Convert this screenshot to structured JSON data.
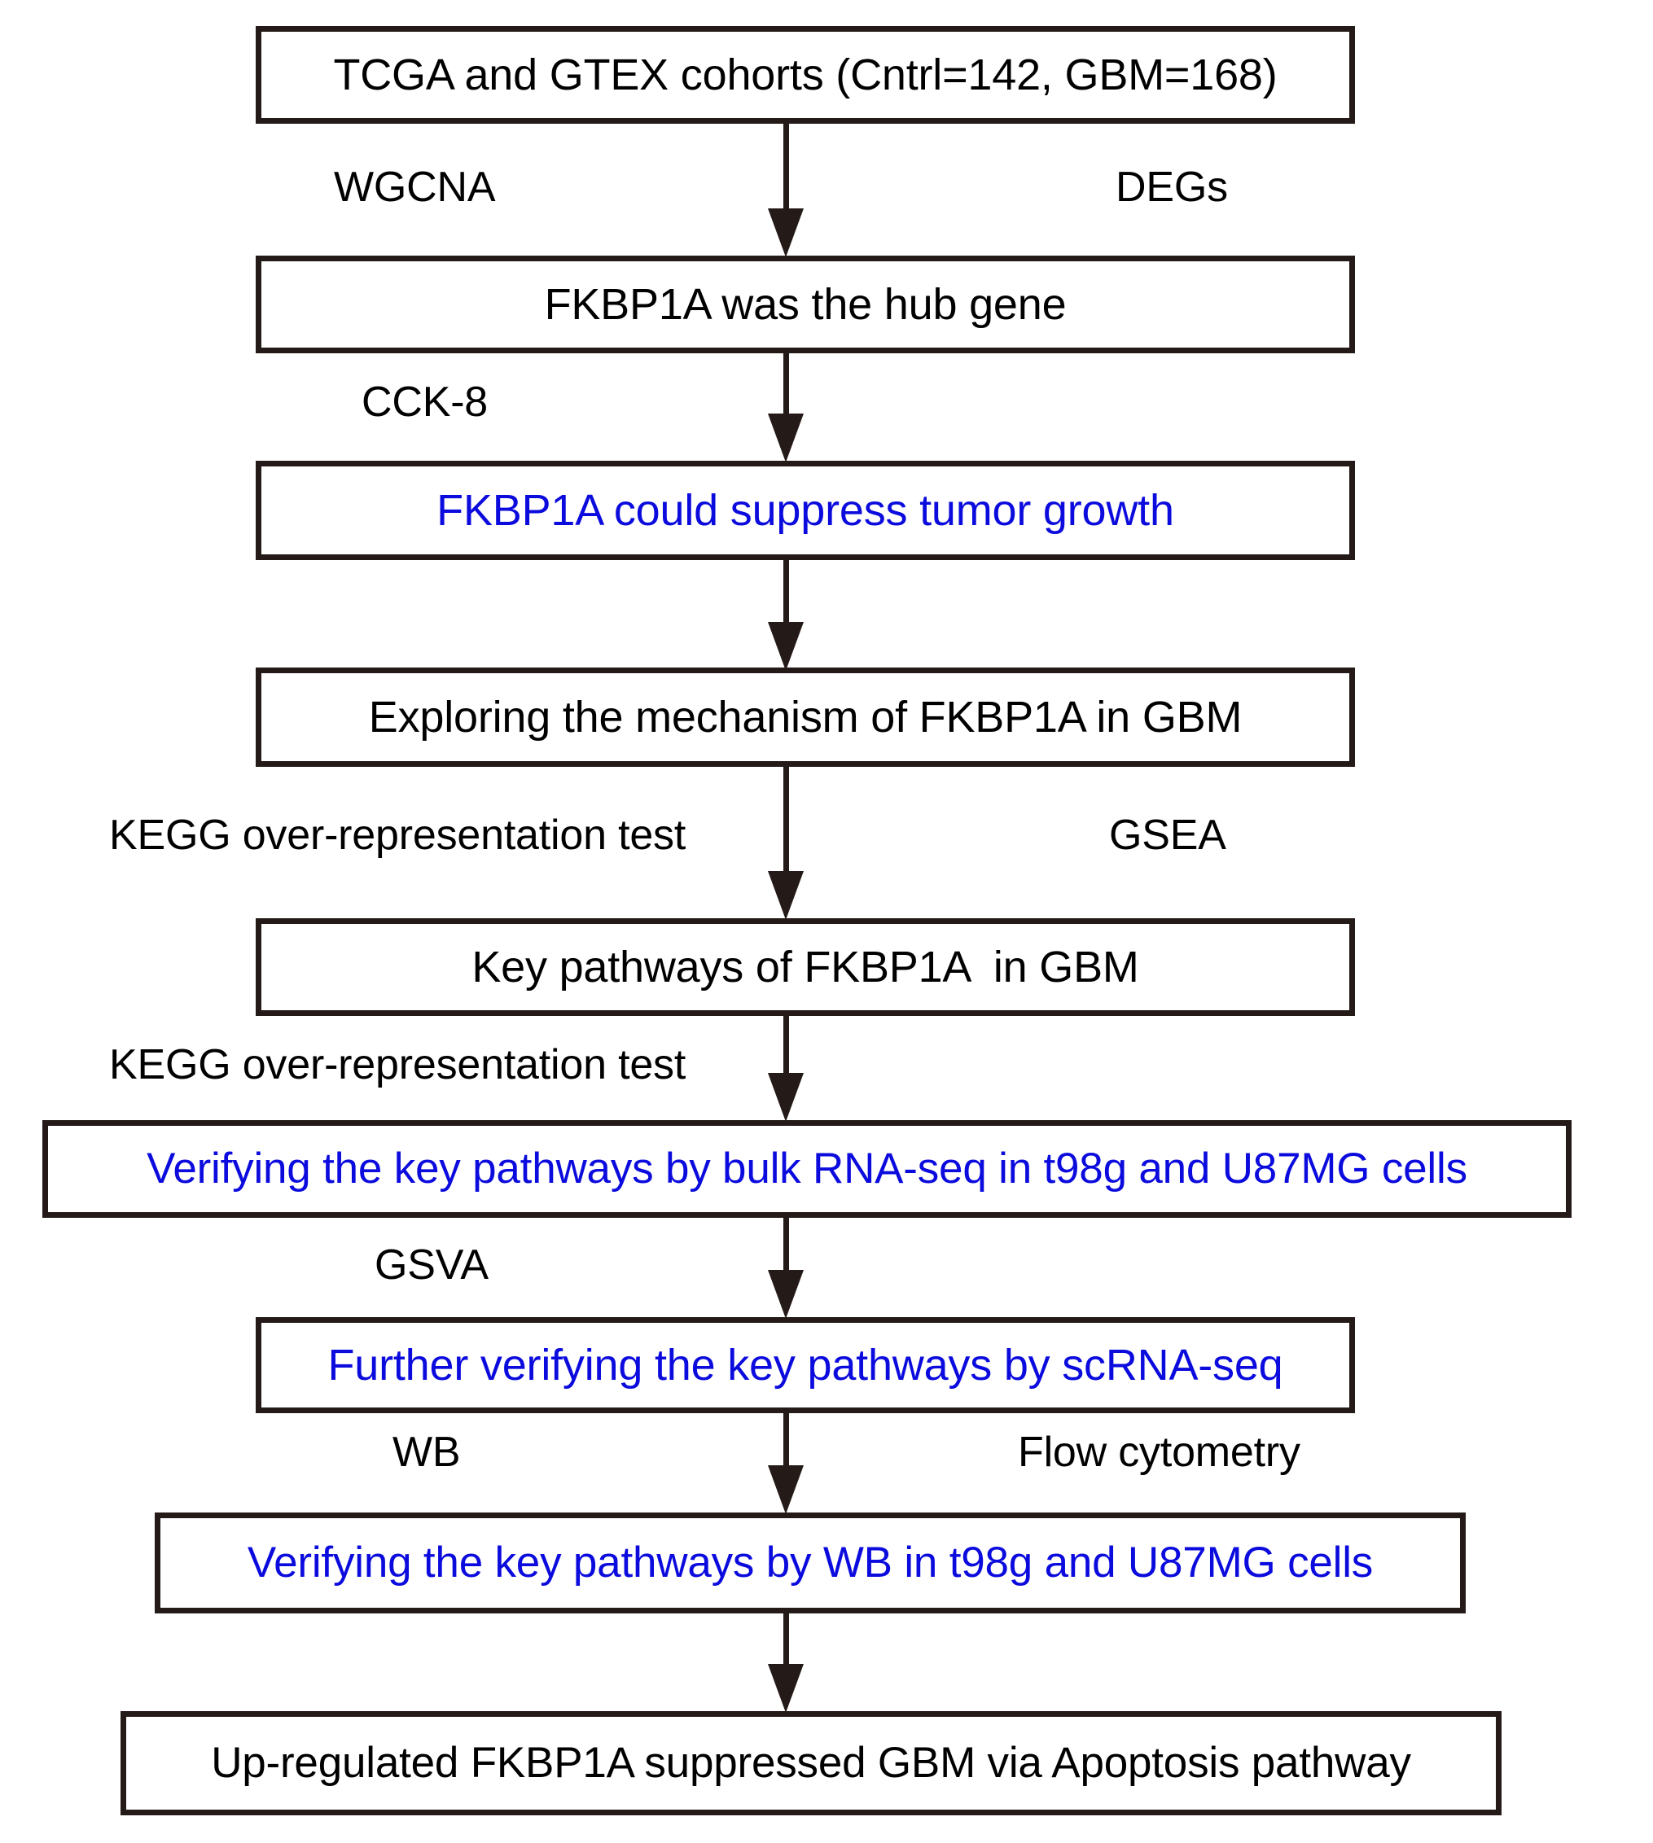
{
  "diagram": {
    "title": "FKBP1A GBM study workflow flowchart",
    "colors": {
      "border": "#241a17",
      "background": "#ffffff",
      "text_default": "#000000",
      "text_highlight": "#0b0bde"
    },
    "nodes": [
      {
        "id": "n1",
        "text": "TCGA and GTEX cohorts (Cntrl=142, GBM=168)",
        "color": "#000000",
        "emphasis": false
      },
      {
        "id": "n2",
        "text": "FKBP1A was the hub gene",
        "color": "#000000",
        "emphasis": false
      },
      {
        "id": "n3",
        "text": "FKBP1A could suppress tumor growth",
        "color": "#0b0bde",
        "emphasis": true
      },
      {
        "id": "n4",
        "text": "Exploring the mechanism of FKBP1A in GBM",
        "color": "#000000",
        "emphasis": false
      },
      {
        "id": "n5",
        "text": "Key pathways of FKBP1A  in GBM",
        "color": "#000000",
        "emphasis": false
      },
      {
        "id": "n6",
        "text": "Verifying the key pathways by bulk RNA-seq in t98g and U87MG cells",
        "color": "#0b0bde",
        "emphasis": true
      },
      {
        "id": "n7",
        "text": "Further verifying the key pathways by scRNA-seq",
        "color": "#0b0bde",
        "emphasis": true
      },
      {
        "id": "n8",
        "text": "Verifying the key pathways by WB in t98g and U87MG cells",
        "color": "#0b0bde",
        "emphasis": true
      },
      {
        "id": "n9",
        "text": "Up-regulated FKBP1A suppressed GBM via Apoptosis pathway",
        "color": "#000000",
        "emphasis": false
      }
    ],
    "edges": [
      {
        "id": "e1",
        "from": "n1",
        "to": "n2",
        "left_label": "WGCNA",
        "right_label": "DEGs"
      },
      {
        "id": "e2",
        "from": "n2",
        "to": "n3",
        "left_label": "CCK-8",
        "right_label": ""
      },
      {
        "id": "e3",
        "from": "n3",
        "to": "n4",
        "left_label": "",
        "right_label": ""
      },
      {
        "id": "e4",
        "from": "n4",
        "to": "n5",
        "left_label": "KEGG over-representation test",
        "right_label": "GSEA"
      },
      {
        "id": "e5",
        "from": "n5",
        "to": "n6",
        "left_label": "KEGG over-representation test",
        "right_label": ""
      },
      {
        "id": "e6",
        "from": "n6",
        "to": "n7",
        "left_label": "GSVA",
        "right_label": ""
      },
      {
        "id": "e7",
        "from": "n7",
        "to": "n8",
        "left_label": "WB",
        "right_label": "Flow cytometry"
      },
      {
        "id": "e8",
        "from": "n8",
        "to": "n9",
        "left_label": "",
        "right_label": ""
      }
    ],
    "labels": {
      "wgcna": "WGCNA",
      "degs": "DEGs",
      "cck8": "CCK-8",
      "kegg_over_representation_1": "KEGG over-representation test",
      "gsea": "GSEA",
      "kegg_over_representation_2": "KEGG over-representation test",
      "gsva": "GSVA",
      "wb": "WB",
      "flow_cytometry": "Flow cytometry"
    }
  }
}
